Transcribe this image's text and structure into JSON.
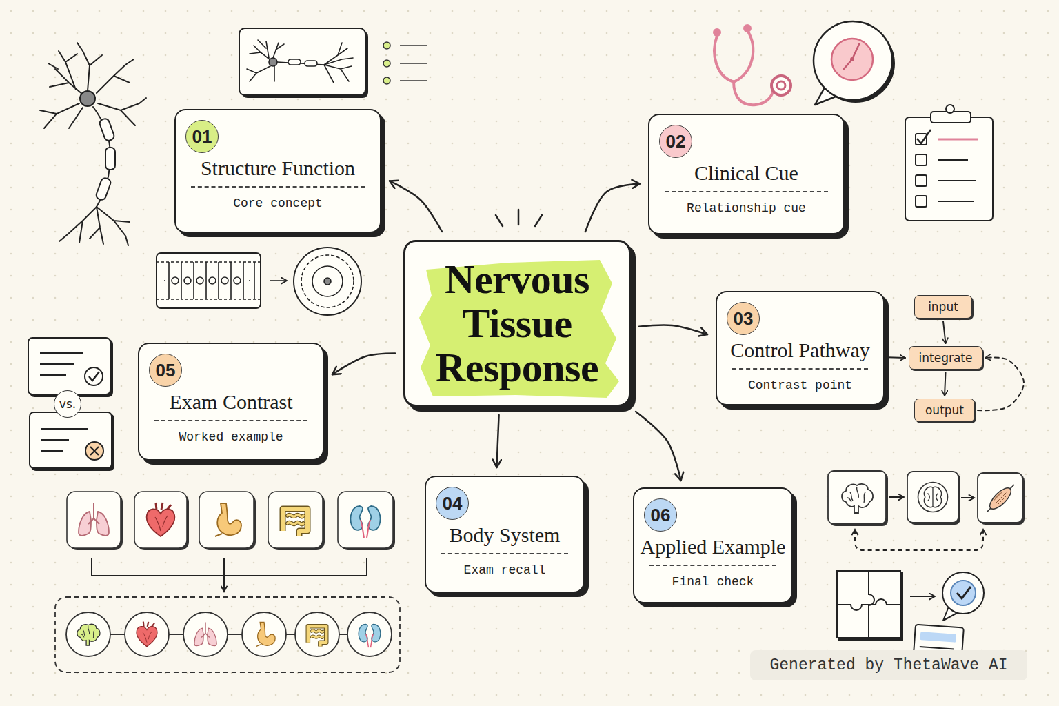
{
  "diagram": {
    "nodes": [
      {
        "text": [
          "01",
          "Structure Function",
          "Core concept"
        ]
      },
      {
        "text": [
          "02",
          "Clinical Cue",
          "Relationship cue"
        ]
      },
      {
        "text": [
          "Nervous Tissue Response"
        ]
      },
      {
        "text": [
          "03",
          "Control Pathway",
          "Contrast point"
        ]
      },
      {
        "text": [
          "input"
        ]
      },
      {
        "text": [
          "integrate"
        ]
      },
      {
        "text": [
          "output"
        ]
      },
      {
        "text": [
          "vs."
        ]
      },
      {
        "text": [
          "05",
          "Exam Contrast",
          "Worked example"
        ]
      },
      {
        "text": [
          "04",
          "Body System",
          "Exam recall"
        ]
      },
      {
        "text": [
          "06",
          "Applied Example",
          "Final check"
        ]
      }
    ],
    "edges": [
      {
        "from": 2,
        "to": 0,
        "arrow": "to"
      },
      {
        "from": 2,
        "to": 1,
        "arrow": "to"
      },
      {
        "from": 2,
        "to": 3,
        "arrow": "to"
      },
      {
        "from": 2,
        "to": 8,
        "arrow": "to"
      },
      {
        "from": 2,
        "to": 9,
        "arrow": "to"
      },
      {
        "from": 2,
        "to": 10,
        "arrow": "to"
      },
      {
        "from": 3,
        "to": 5,
        "arrow": "to"
      },
      {
        "from": 4,
        "to": 5,
        "arrow": "to"
      },
      {
        "from": 5,
        "to": 6,
        "arrow": "to"
      },
      {
        "from": 6,
        "to": 5,
        "arrow": "to"
      }
    ],
    "labels": [
      "Generated by ThetaWave AI"
    ]
  }
}
